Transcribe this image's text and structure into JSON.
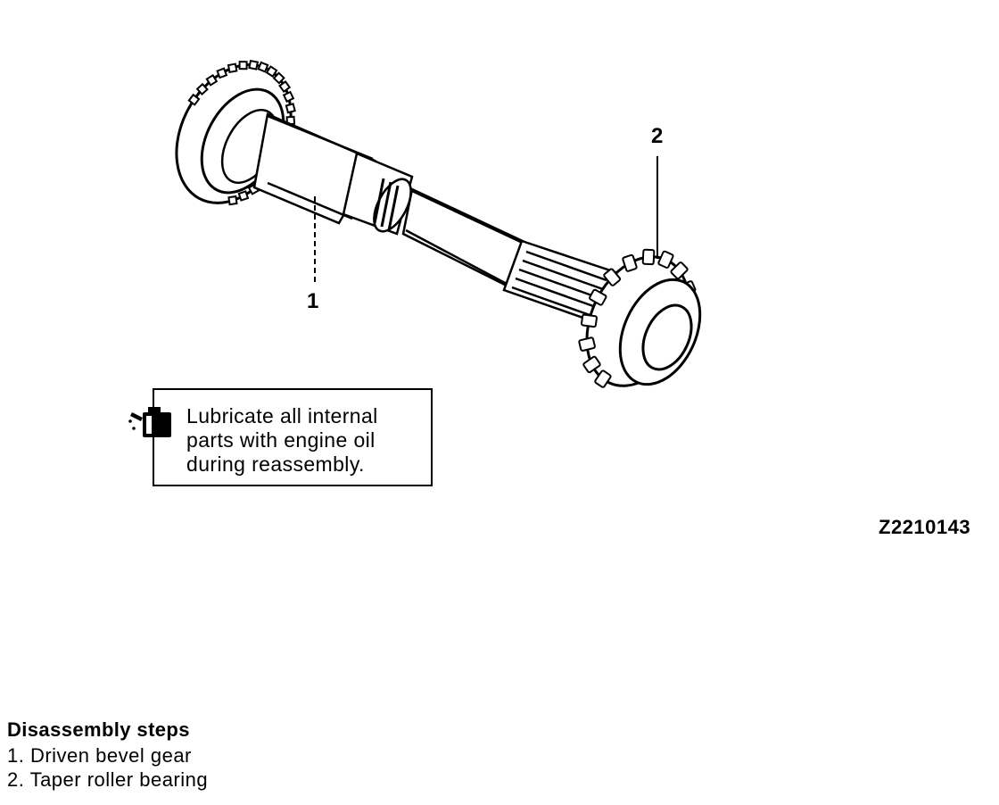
{
  "callouts": {
    "one": "1",
    "two": "2"
  },
  "note": {
    "icon": "oil-can-icon",
    "line1": "Lubricate all internal",
    "line2": "parts with engine oil",
    "line3": "during reassembly."
  },
  "figure_id": "Z2210143",
  "steps": {
    "title": "Disassembly steps",
    "items": [
      "1. Driven bevel gear",
      "2. Taper roller bearing"
    ]
  }
}
